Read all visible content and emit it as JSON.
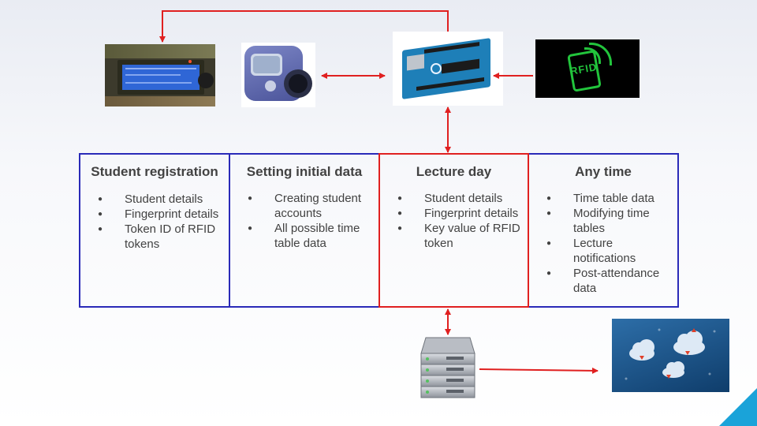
{
  "columns": [
    {
      "title": "Student registration",
      "items": [
        "Student details",
        "Fingerprint details",
        "Token ID of RFID tokens"
      ]
    },
    {
      "title": "Setting initial data",
      "items": [
        "Creating student accounts",
        "All possible time table data"
      ]
    },
    {
      "title": "Lecture day",
      "items": [
        "Student details",
        "Fingerprint details",
        "Key value of RFID token"
      ]
    },
    {
      "title": "Any time",
      "items": [
        "Time table data",
        "Modifying time tables",
        "Lecture notifications",
        "Post-attendance data"
      ]
    }
  ],
  "images": {
    "rfid_label": "RFID"
  },
  "colors": {
    "arrow": "#e02020",
    "box_blue": "#2a2ab8",
    "box_red": "#e02020",
    "accent": "#1aa3d9"
  }
}
